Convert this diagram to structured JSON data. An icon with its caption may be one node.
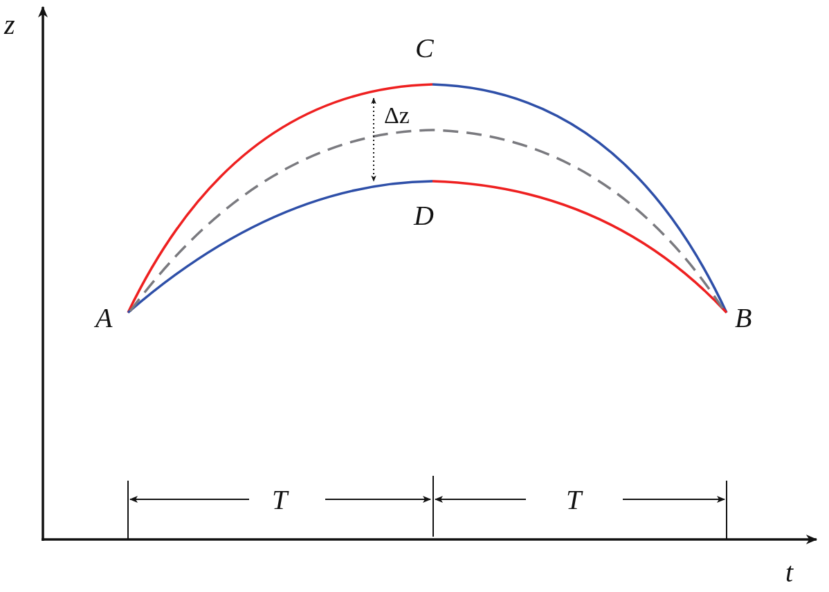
{
  "diagram": {
    "labels": [
      "z",
      "C",
      "Δz",
      "D",
      "A",
      "B",
      "T",
      "T",
      "t"
    ]
  }
}
